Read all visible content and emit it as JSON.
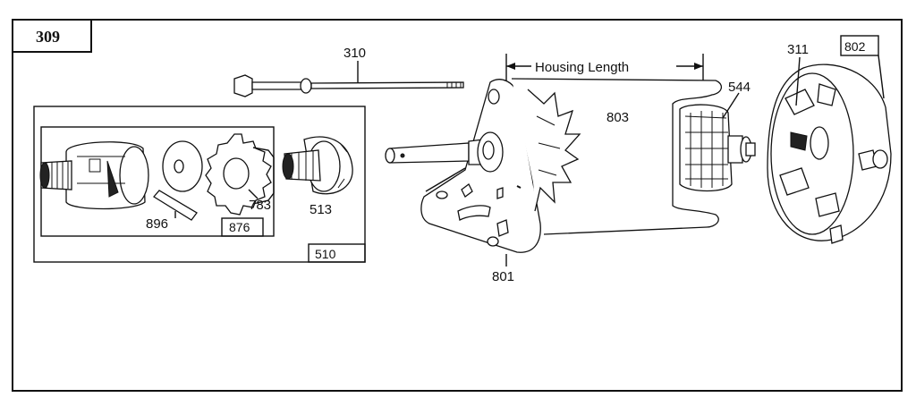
{
  "diagram_id": "309",
  "housing_length_label": "Housing Length",
  "parts": {
    "through_bolt": "310",
    "brush_terminal": "311",
    "end_cap": "802",
    "commutator": "544",
    "armature_housing": "803",
    "drive_end_plate": "801",
    "drive_assembly": "510",
    "spring_retainer": "513",
    "pinion_gear": "783",
    "gear_box": "876",
    "pin": "896"
  }
}
